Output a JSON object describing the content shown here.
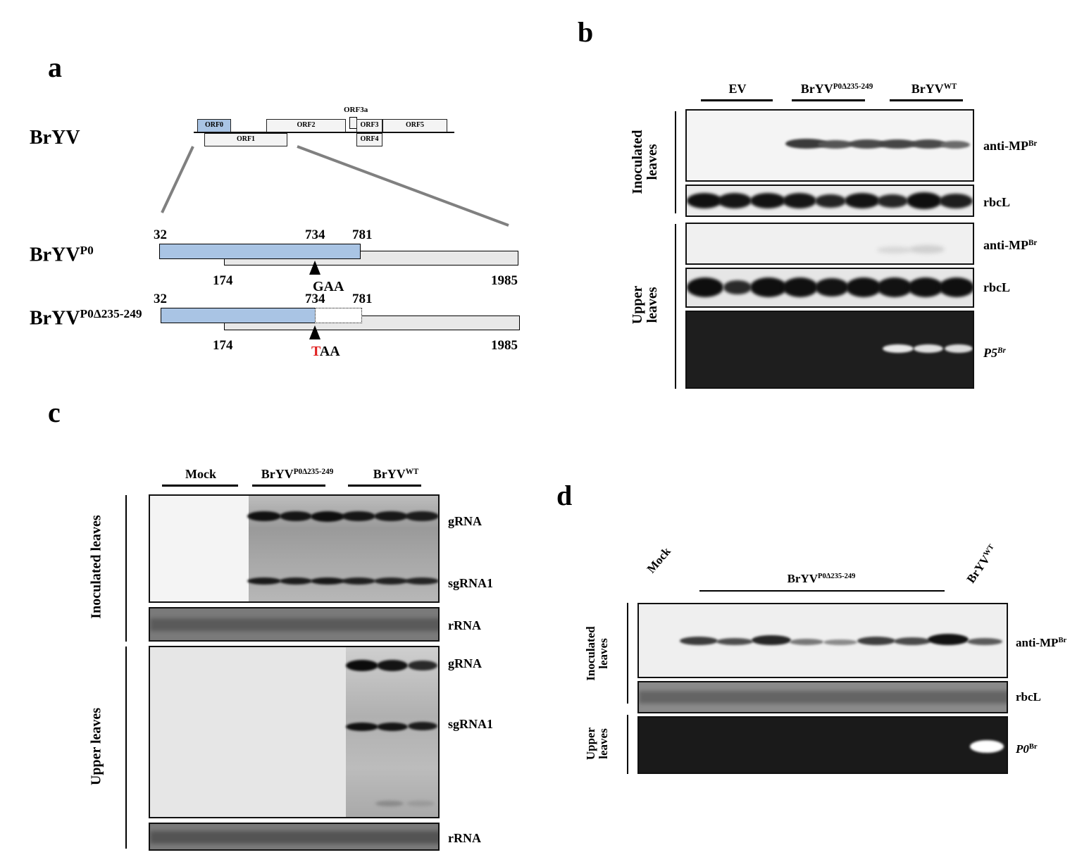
{
  "panels": {
    "a": "a",
    "b": "b",
    "c": "c",
    "d": "d"
  },
  "panel_a": {
    "genome_label": "BrYV",
    "orfs": [
      "ORF0",
      "ORF1",
      "ORF2",
      "ORF3a",
      "ORF3",
      "ORF4",
      "ORF5"
    ],
    "p0_label": "BrYV",
    "p0_sup": "P0",
    "p0_num_32": "32",
    "p0_num_734": "734",
    "p0_num_781": "781",
    "p0_num_174": "174",
    "p0_num_1985": "1985",
    "p0_codon": "GAA",
    "mut_label": "BrYV",
    "mut_sup": "P0Δ235-249",
    "mut_num_32": "32",
    "mut_num_734": "734",
    "mut_num_781": "781",
    "mut_num_174": "174",
    "mut_num_1985": "1985",
    "mut_codon_red": "T",
    "mut_codon_rest": "AA"
  },
  "panel_b": {
    "group_ev": "EV",
    "group_mut_base": "BrYV",
    "group_mut_sup": "P0Δ235-249",
    "group_wt_base": "BrYV",
    "group_wt_sup": "WT",
    "side_inoculated": "Inoculated leaves",
    "side_upper": "Upper leaves",
    "row1_base": "anti-MP",
    "row1_sup": "Br",
    "row2": "rbcL",
    "row3_base": "anti-MP",
    "row3_sup": "Br",
    "row4": "rbcL",
    "row5_base": "P5",
    "row5_sup": "Br"
  },
  "panel_c": {
    "group_mock": "Mock",
    "group_mut_base": "BrYV",
    "group_mut_sup": "P0Δ235-249",
    "group_wt_base": "BrYV",
    "group_wt_sup": "WT",
    "side_inoculated": "Inoculated leaves",
    "side_upper": "Upper leaves",
    "lab_grna1": "gRNA",
    "lab_sgrna1": "sgRNA1",
    "lab_rrna1": "rRNA",
    "lab_grna2": "gRNA",
    "lab_sgrna2": "sgRNA1",
    "lab_rrna2": "rRNA"
  },
  "panel_d": {
    "mock": "Mock",
    "group_mut_base": "BrYV",
    "group_mut_sup": "P0Δ235-249",
    "wt_base": "BrYV",
    "wt_sup": "WT",
    "side_inoculated": "Inoculated leaves",
    "side_upper": "Upper leaves",
    "row1_base": "anti-MP",
    "row1_sup": "Br",
    "row2": "rbcL",
    "row3_base": "P0",
    "row3_sup": "Br"
  }
}
